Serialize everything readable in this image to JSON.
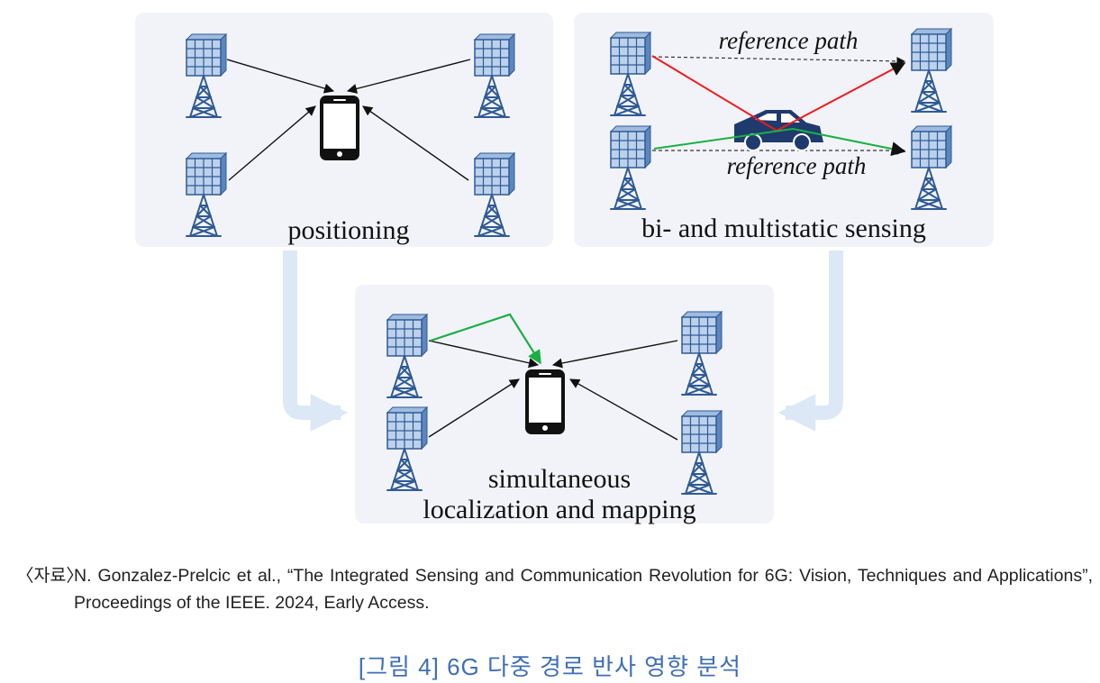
{
  "figure": {
    "panels": {
      "positioning": {
        "label": "positioning"
      },
      "multistatic": {
        "label": "bi- and multistatic sensing",
        "reference_top": "reference path",
        "reference_bottom": "reference path"
      },
      "slam": {
        "label_line1": "simultaneous",
        "label_line2": "localization and mapping"
      }
    },
    "colors": {
      "panel_bg": "#f2f3f9",
      "arrow_flow": "#dce8f5",
      "tower": "#2f5b95",
      "red_path": "#ee1b1b",
      "green_path": "#19b043",
      "car": "#1f3b6e"
    },
    "icons": [
      "base-station-icon",
      "smartphone-icon",
      "car-icon"
    ]
  },
  "source_tag": "〈자료〉",
  "source_text": "N. Gonzalez-Prelcic et al., “The Integrated Sensing and Communication Revolution for 6G: Vision, Techniques and Applications”, Proceedings of the IEEE. 2024, Early Access.",
  "caption": "[그림 4] 6G 다중 경로 반사 영향 분석"
}
